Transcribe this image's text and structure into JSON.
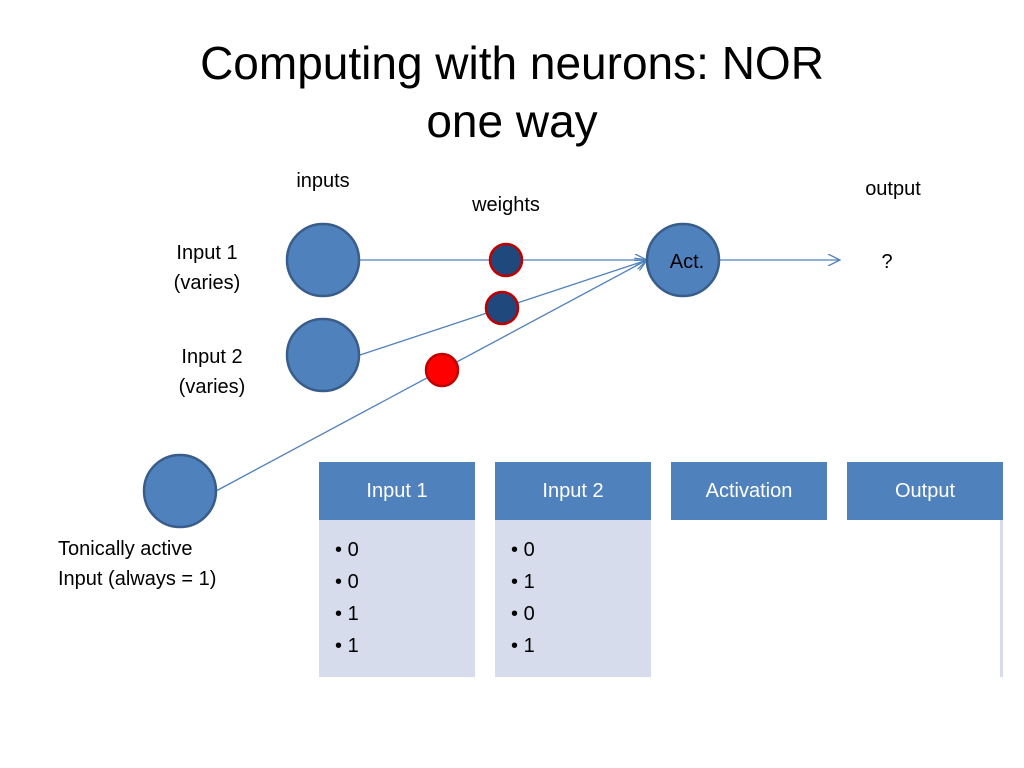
{
  "title_line1": "Computing with neurons: NOR",
  "title_line2": "one way",
  "labels": {
    "inputs": "inputs",
    "weights": "weights",
    "output": "output",
    "input1_line1": "Input 1",
    "input1_line2": "(varies)",
    "input2_line1": "Input 2",
    "input2_line2": "(varies)",
    "tonic_line1": "Tonically active",
    "tonic_line2": "Input (always = 1)",
    "act": "Act.",
    "output_value": "?"
  },
  "colors": {
    "node_fill": "#4f81bd",
    "node_stroke": "#385d8a",
    "weight_dark_fill": "#1f497d",
    "weight_red_fill": "#ff0000",
    "weight_stroke": "#c00000",
    "header_fill": "#4f81bd",
    "body_fill": "#d6dcec"
  },
  "table": {
    "columns": [
      {
        "header": "Input 1",
        "values": [
          "0",
          "0",
          "1",
          "1"
        ]
      },
      {
        "header": "Input 2",
        "values": [
          "0",
          "1",
          "0",
          "1"
        ]
      },
      {
        "header": "Activation",
        "values": []
      },
      {
        "header": "Output",
        "values": []
      }
    ]
  }
}
